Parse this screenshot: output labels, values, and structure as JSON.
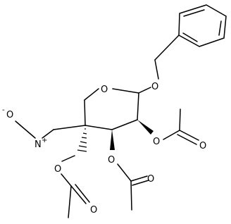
{
  "molecule": {
    "atoms": {
      "ring_oxygen": "O",
      "benzyl_oxygen": "O",
      "acetate1_ester_oxygen": "O",
      "acetate1_carbonyl_oxygen": "O",
      "acetate2_ester_oxygen": "O",
      "acetate2_carbonyl_oxygen": "O",
      "acetate3_ester_oxygen": "O",
      "acetate3_carbonyl_oxygen": "O",
      "nitro_nitrogen": "N",
      "nitro_oxygen": "O",
      "nitro_plus": "+",
      "nitro_minus": "-"
    }
  }
}
